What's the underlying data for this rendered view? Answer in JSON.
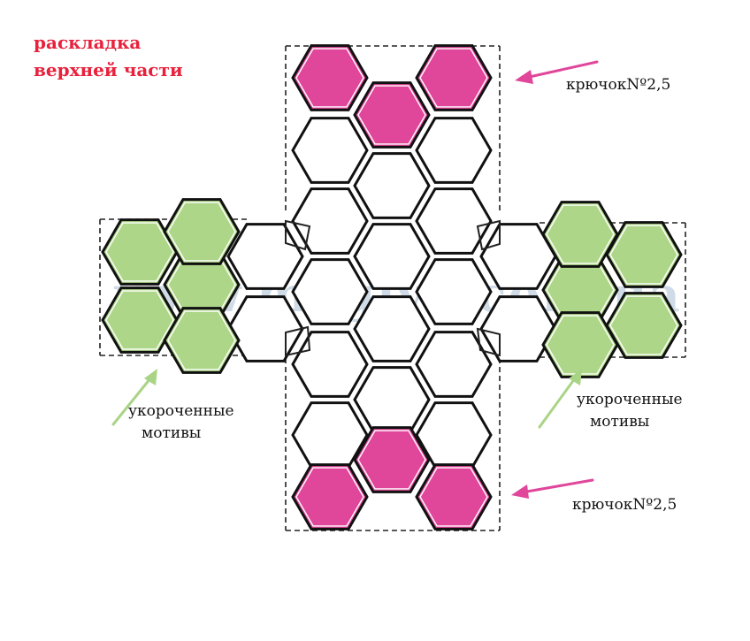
{
  "title": {
    "line1": "раскладка",
    "line2": "верхней части"
  },
  "labels": {
    "hook_top": "крючокNº2,5",
    "hook_bottom": "крючокNº2,5",
    "short_left_line1": "укороченные",
    "short_left_line2": "мотивы",
    "short_right_line1": "укороченные",
    "short_right_line2": "мотивы"
  },
  "watermark": "www.magiya.com.ua",
  "colors": {
    "title": "#e8213c",
    "pink": "#e0469a",
    "green": "#aed688",
    "white": "#ffffff",
    "outline": "#111111",
    "pink_arrow": "#e0469a",
    "green_arrow": "#a9d486",
    "watermark": "#a9bfd3"
  }
}
